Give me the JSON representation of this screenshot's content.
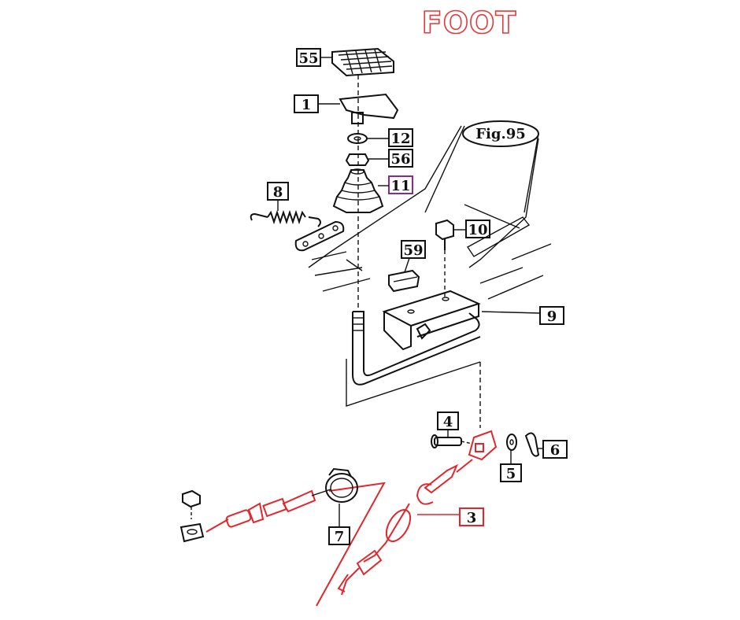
{
  "title": "FOOT",
  "figure_ref": "Fig.95",
  "callouts": [
    {
      "id": "55",
      "text": "55"
    },
    {
      "id": "1",
      "text": "1"
    },
    {
      "id": "12",
      "text": "12"
    },
    {
      "id": "56",
      "text": "56"
    },
    {
      "id": "11",
      "text": "11"
    },
    {
      "id": "8",
      "text": "8"
    },
    {
      "id": "10",
      "text": "10"
    },
    {
      "id": "59",
      "text": "59"
    },
    {
      "id": "9",
      "text": "9"
    },
    {
      "id": "4",
      "text": "4"
    },
    {
      "id": "6",
      "text": "6"
    },
    {
      "id": "5",
      "text": "5"
    },
    {
      "id": "3",
      "text": "3"
    },
    {
      "id": "7",
      "text": "7"
    }
  ],
  "colors": {
    "highlight_red": "#e2262b",
    "highlight_purple": "#8a2a8f",
    "ink": "#111111"
  },
  "highlighted_parts": [
    "3",
    "11"
  ]
}
